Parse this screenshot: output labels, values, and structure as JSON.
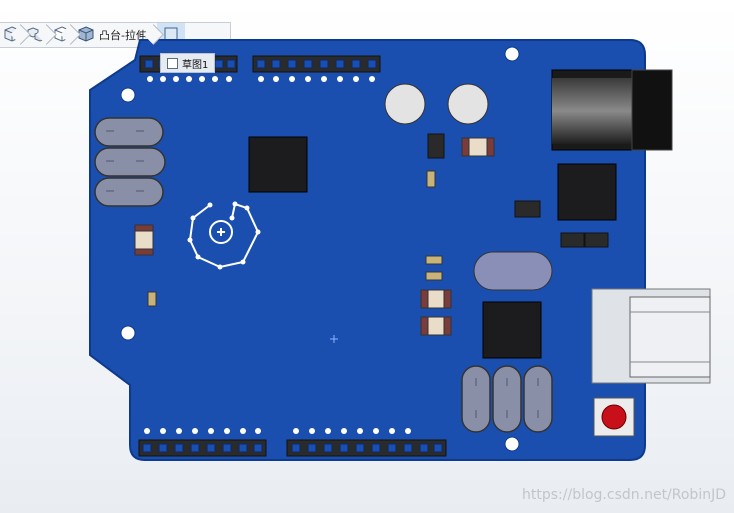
{
  "breadcrumb": {
    "items": [
      {
        "icon": "part-icon",
        "label": ""
      },
      {
        "icon": "assembly-icon",
        "label": ""
      },
      {
        "icon": "body-icon",
        "label": ""
      },
      {
        "icon": "solid-icon",
        "label": "凸台-拉伸1"
      },
      {
        "icon": "sketch-plane-icon",
        "label": ""
      }
    ]
  },
  "sketch_chip": {
    "label": "草图1"
  },
  "watermark": "https://blog.csdn.net/RobinJD",
  "colors": {
    "board": "#1a4fb0",
    "board_dark": "#0d3a8c",
    "silkscreen": "#ffffff",
    "chip": "#1c1c1e",
    "usb": "#dfe2e6",
    "button_red": "#c8101a"
  }
}
